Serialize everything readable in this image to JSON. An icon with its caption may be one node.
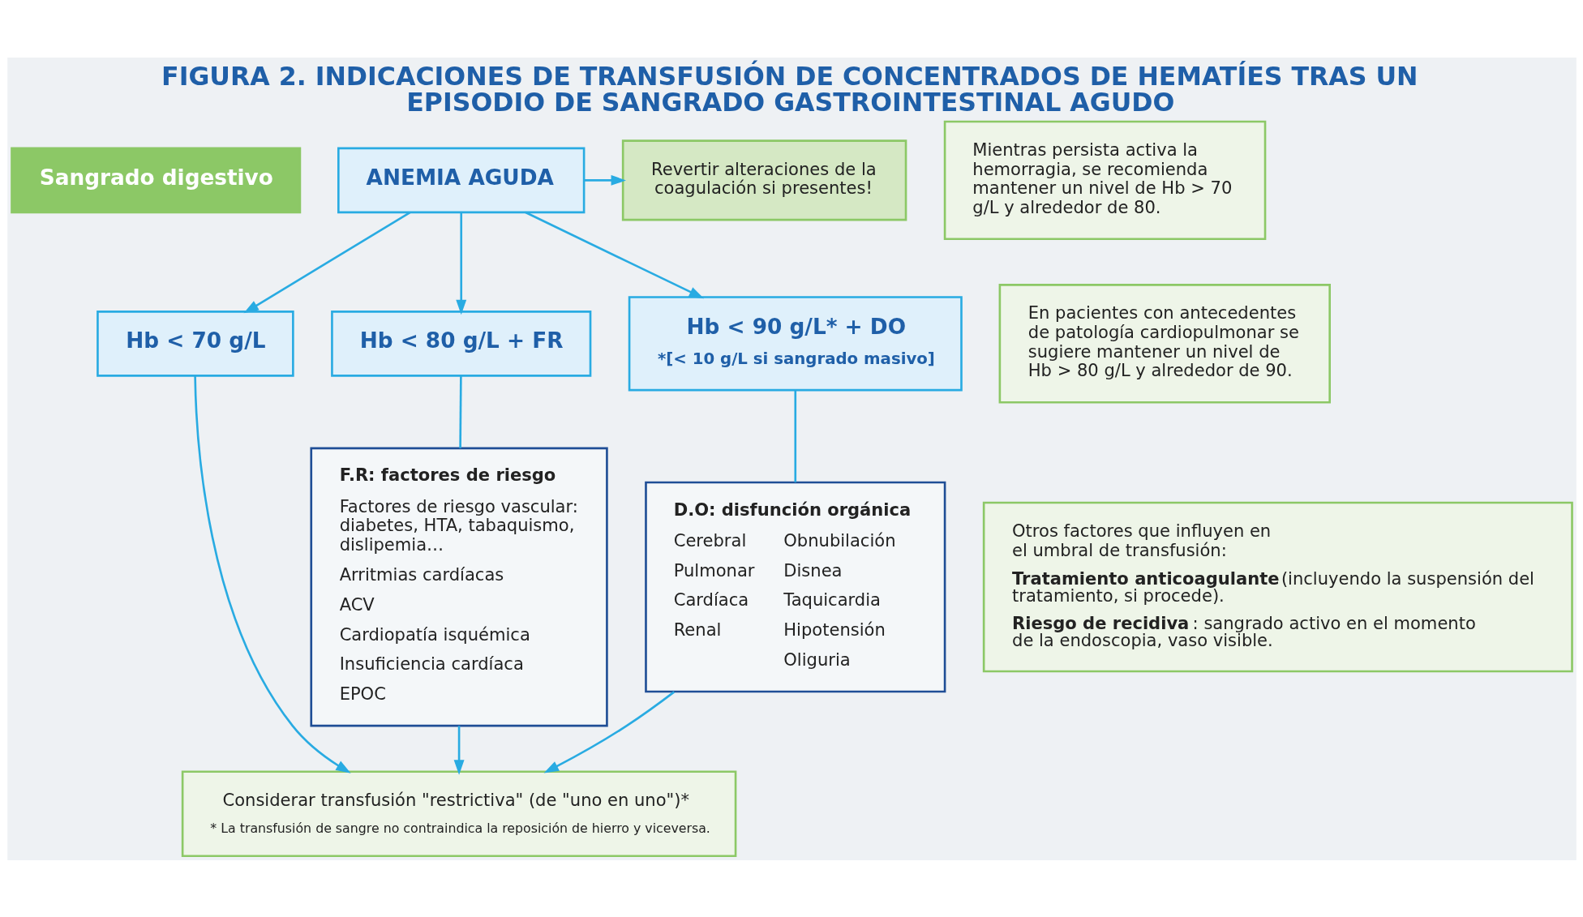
{
  "diagram": {
    "title": "FIGURA 2. INDICACIONES DE TRANSFUSIÓN DE CONCENTRADOS DE HEMATÍES TRAS UN EPISODIO DE SANGRADO GASTROINTESTINAL AGUDO",
    "nodes": [
      {
        "text": [
          "Sangrado digestivo"
        ]
      },
      {
        "text": [
          "ANEMIA AGUDA"
        ]
      },
      {
        "text": [
          "Revertir alteraciones de la coagulación si presentes!"
        ]
      },
      {
        "text": [
          "Mientras persista activa la hemorragia, se recomienda mantener un nivel de Hb > 70 g/L y alrededor de 80."
        ]
      },
      {
        "text": [
          "Hb < 70 g/L"
        ]
      },
      {
        "text": [
          "Hb < 80 g/L + FR"
        ]
      },
      {
        "text": [
          "Hb < 90 g/L* + DO",
          "*[< 10 g/L si sangrado masivo]"
        ]
      },
      {
        "text": [
          "F.R: factores de riesgo",
          "Factores de riesgo vascular: diabetes, HTA, tabaquismo, dislipemia…",
          "Arritmias cardíacas",
          "ACV",
          "Cardiopatía isquémica",
          "Insuficiencia cardíaca",
          "EPOC"
        ]
      },
      {
        "text": [
          "D.O: disfunción orgánica",
          "Cerebral",
          "Pulmonar",
          "Cardíaca",
          "Renal",
          "Obnubilación",
          "Disnea",
          "Taquicardia",
          "Hipotensión",
          "Oliguria"
        ]
      },
      {
        "text": [
          "En pacientes con antecedentes de patología cardiopulmonar se sugiere mantener un nivel de Hb > 80 g/L y alrededor de 90."
        ]
      },
      {
        "text": [
          "Considerar transfusión \"restrictiva\" (de \"uno en uno\")*",
          "* La transfusión de sangre no contraindica la reposición de hierro y viceversa."
        ]
      },
      {
        "text": [
          "Otros factores que influyen en el umbral de transfusión:",
          "Tratamiento anticoagulante",
          "(incluyendo la suspensión del tratamiento, si procede).",
          "Riesgo de recidiva",
          ": sangrado activo en el momento de la endoscopia, vaso visible."
        ]
      }
    ],
    "edges": [
      {
        "from": 1,
        "to": 2,
        "arrow": "to"
      },
      {
        "from": 1,
        "to": 4,
        "arrow": "to"
      },
      {
        "from": 1,
        "to": 5,
        "arrow": "to"
      },
      {
        "from": 1,
        "to": 6,
        "arrow": "to"
      },
      {
        "from": 5,
        "to": 7,
        "arrow": "none"
      },
      {
        "from": 6,
        "to": 8,
        "arrow": "none"
      },
      {
        "from": 4,
        "to": 10,
        "arrow": "to"
      },
      {
        "from": 7,
        "to": 10,
        "arrow": "to"
      },
      {
        "from": 8,
        "to": 10,
        "arrow": "to"
      }
    ]
  }
}
